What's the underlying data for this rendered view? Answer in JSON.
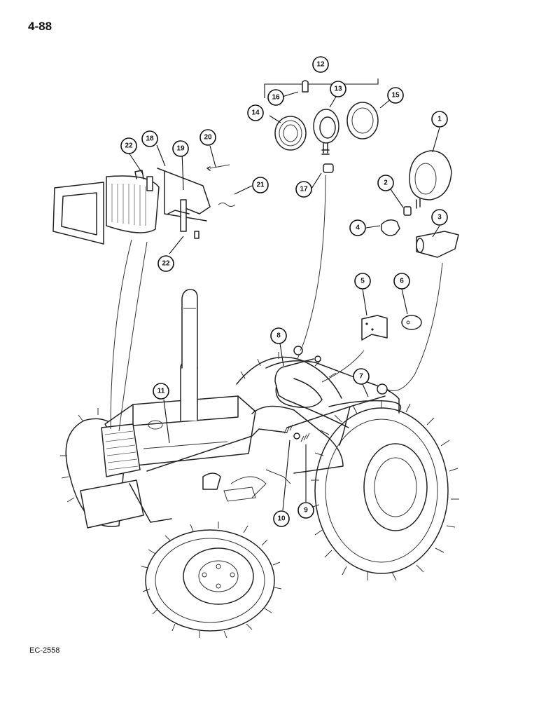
{
  "page": {
    "number": "4-88",
    "figure_code": "EC-2558"
  },
  "callouts": [
    {
      "n": "1"
    },
    {
      "n": "2"
    },
    {
      "n": "3"
    },
    {
      "n": "4"
    },
    {
      "n": "5"
    },
    {
      "n": "6"
    },
    {
      "n": "7"
    },
    {
      "n": "8"
    },
    {
      "n": "9"
    },
    {
      "n": "10"
    },
    {
      "n": "11"
    },
    {
      "n": "12"
    },
    {
      "n": "13"
    },
    {
      "n": "14"
    },
    {
      "n": "15"
    },
    {
      "n": "16"
    },
    {
      "n": "17"
    },
    {
      "n": "18"
    },
    {
      "n": "19"
    },
    {
      "n": "20"
    },
    {
      "n": "21"
    },
    {
      "n": "22"
    },
    {
      "n": "22"
    }
  ]
}
